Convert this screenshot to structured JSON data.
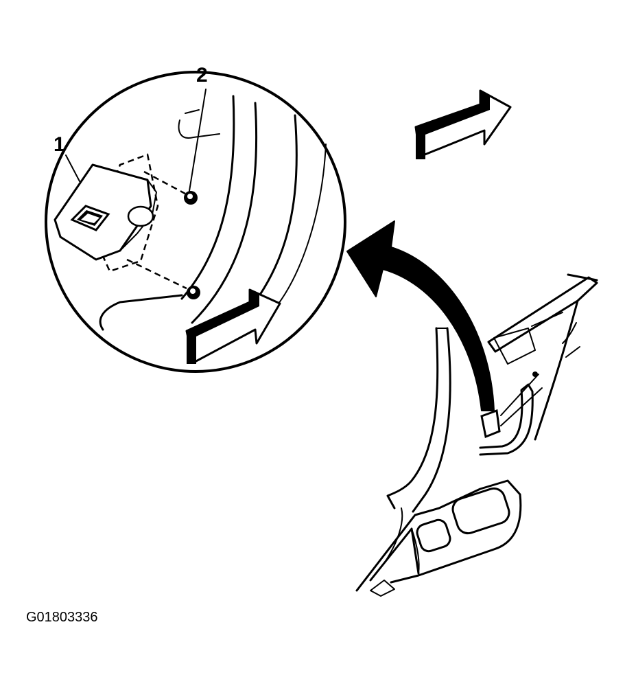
{
  "callouts": {
    "one": "1",
    "two": "2"
  },
  "figure_id": "G01803336",
  "colors": {
    "ink": "#000000",
    "paper": "#ffffff"
  },
  "icons": {
    "direction_arrow_right": "forward-arrow-icon",
    "detail_pointer": "curved-pointer-arrow-icon"
  }
}
